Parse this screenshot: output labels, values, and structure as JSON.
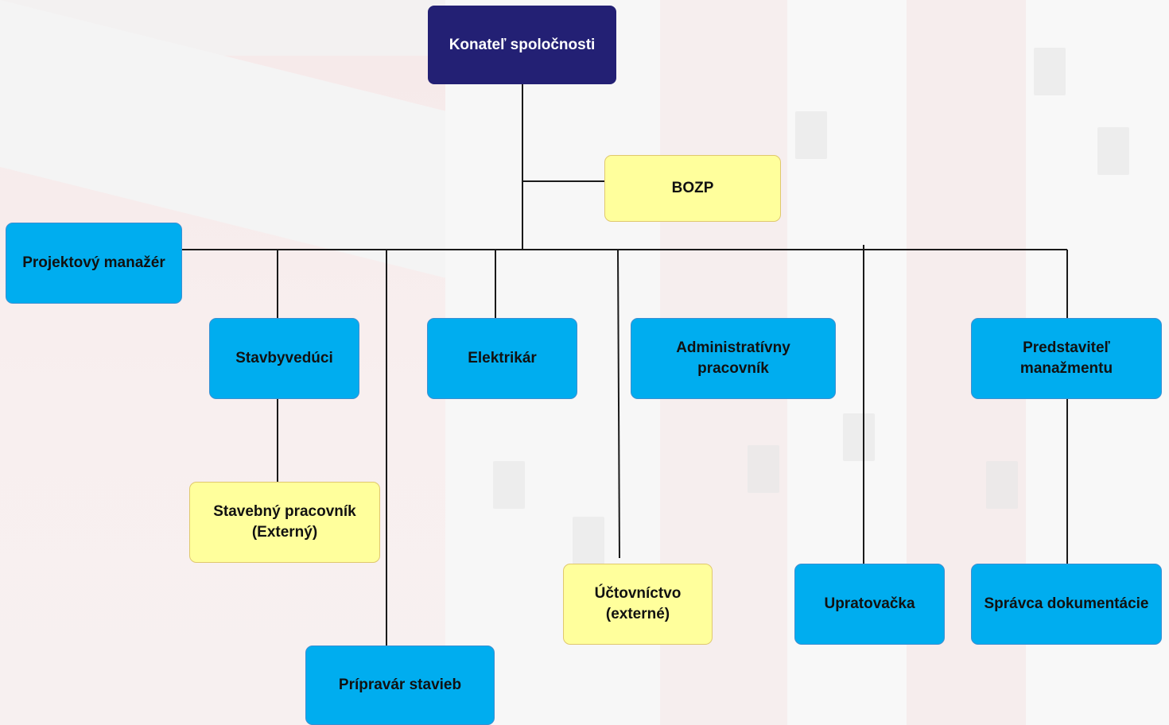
{
  "diagram": {
    "nodes": {
      "ceo": "Konateľ spoločnosti",
      "bozp": "BOZP",
      "project_manager": "Projektový manažér",
      "site_manager": "Stavbyvedúci",
      "electrician": "Elektrikár",
      "admin_worker": "Administratívny pracovník",
      "management_rep": "Predstaviteľ manažmentu",
      "construction_worker": "Stavebný pracovník (Externý)",
      "accounting": "Účtovníctvo (externé)",
      "cleaner": "Upratovačka",
      "doc_manager": "Správca dokumentácie",
      "construction_preparer": "Prípravár stavieb"
    },
    "colors": {
      "navy": "#232074",
      "blue": "#00adef",
      "yellow": "#ffff9c",
      "line": "#1a1a1a"
    }
  }
}
